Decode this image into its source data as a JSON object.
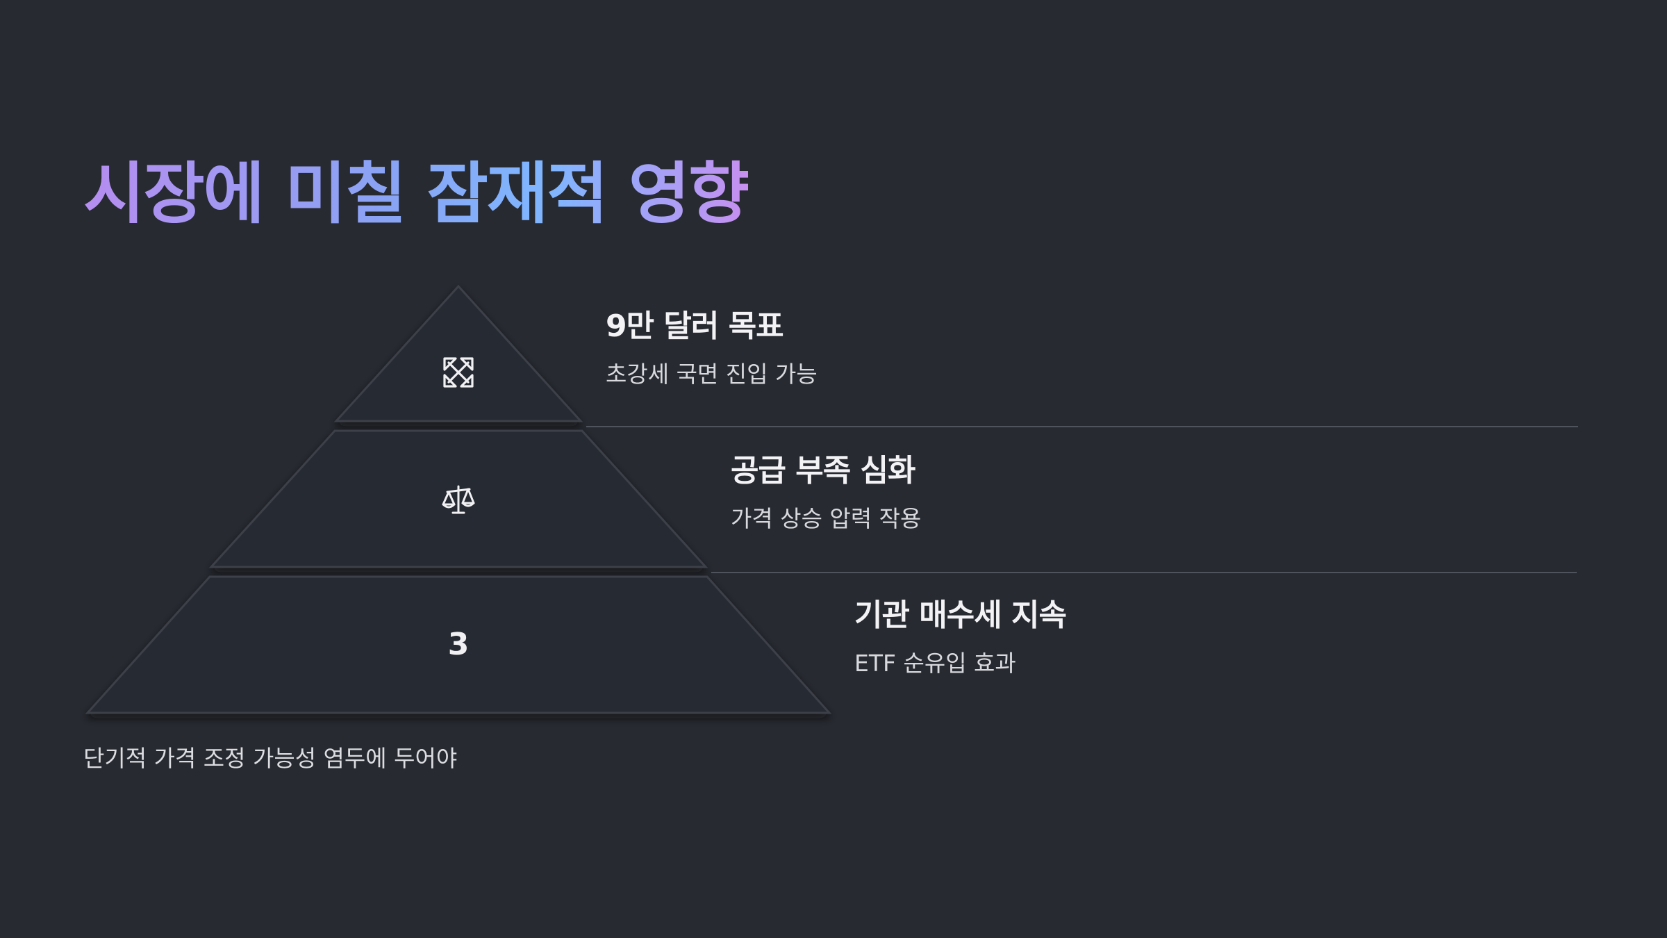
{
  "title": "시장에 미칠 잠재적 영향",
  "tiers": [
    {
      "icon": "arrows-converge-icon",
      "heading": "9만 달러 목표",
      "description": "초강세 국면 진입 가능"
    },
    {
      "icon": "balance-scale-icon",
      "heading": "공급 부족 심화",
      "description": "가격 상승 압력 작용"
    },
    {
      "number": "3",
      "heading": "기관 매수세 지속",
      "description": "ETF 순유입 효과"
    }
  ],
  "footnote": "단기적 가격 조정 가능성 염두에 두어야",
  "colors": {
    "background": "#272a31",
    "title_gradient": [
      "#b68df0",
      "#7fb6ff"
    ],
    "tier_fill": "#272a31",
    "divider": "#4f535b"
  }
}
